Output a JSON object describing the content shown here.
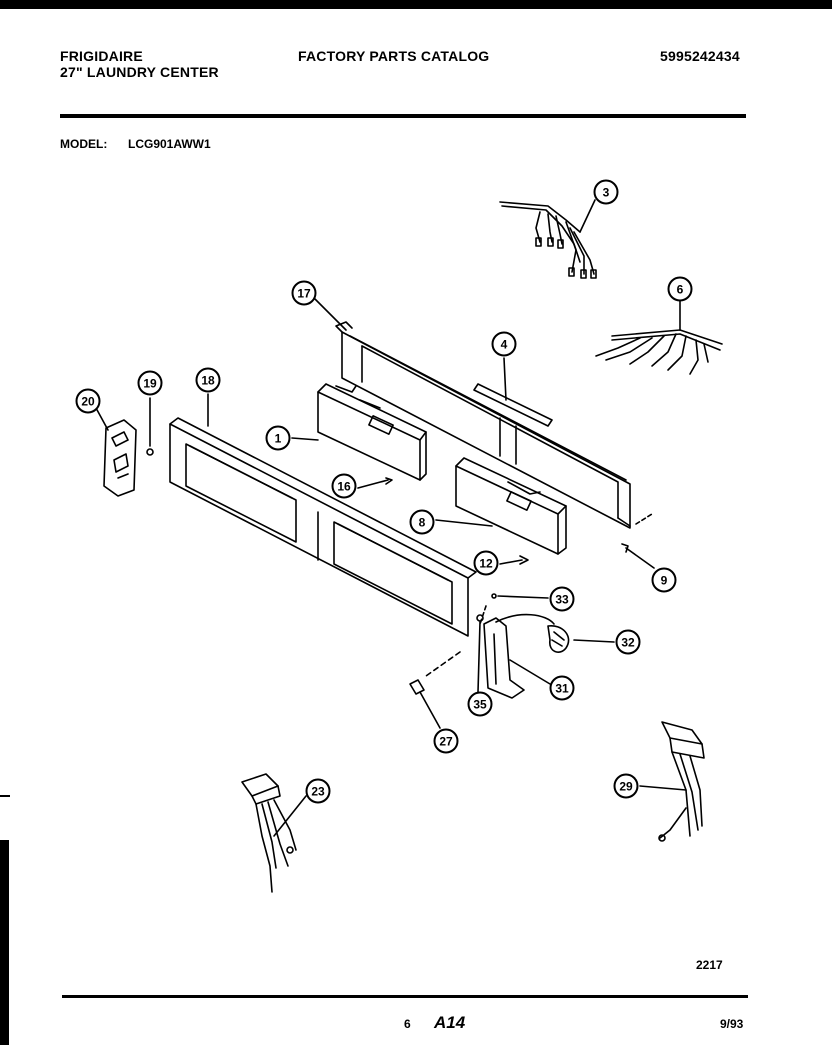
{
  "header": {
    "brand": "FRIGIDAIRE",
    "product": "27\" LAUNDRY CENTER",
    "catalog_title": "FACTORY PARTS CATALOG",
    "catalog_number": "5995242434",
    "model_label": "MODEL:",
    "model_value": "LCG901AWW1"
  },
  "callouts": [
    "3",
    "6",
    "17",
    "4",
    "20",
    "19",
    "18",
    "1",
    "16",
    "8",
    "9",
    "12",
    "33",
    "32",
    "31",
    "35",
    "27",
    "23",
    "29"
  ],
  "footer": {
    "code": "2217",
    "page": "6",
    "section": "A14",
    "date": "9/93"
  }
}
